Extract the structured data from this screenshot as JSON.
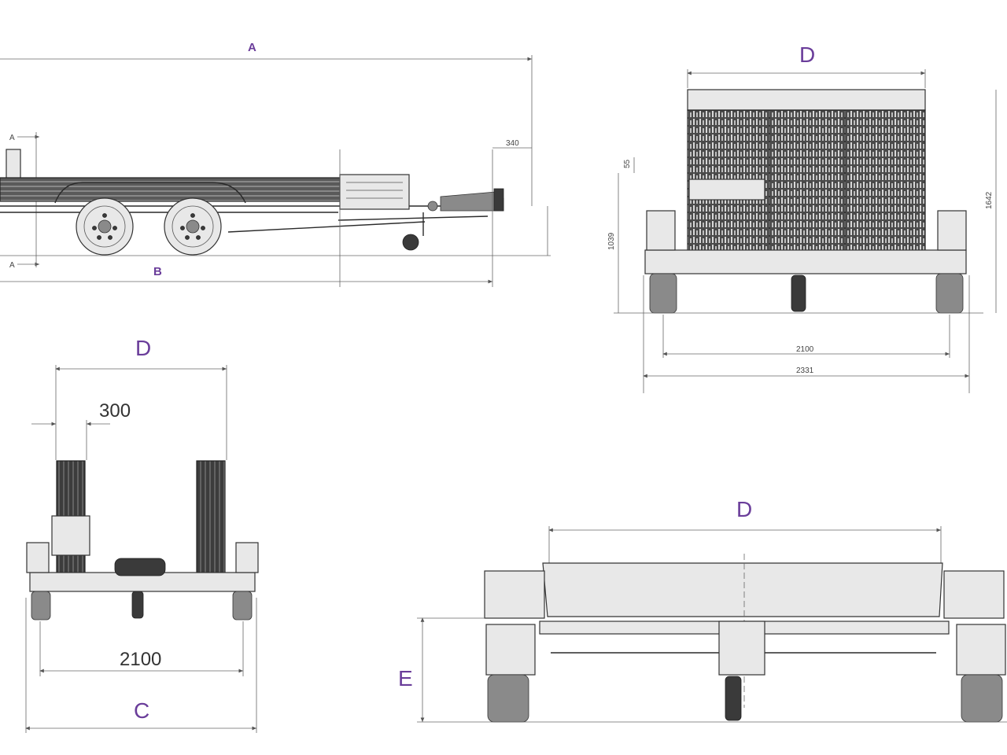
{
  "side_view": {
    "label_a": "A",
    "label_b": "B",
    "label_section_top": "A",
    "label_section_bottom": "A",
    "dim_tongue": "340"
  },
  "rear_view_top": {
    "label_d": "D",
    "dim_55": "55",
    "dim_1039": "1039",
    "dim_1642": "1642",
    "dim_2100": "2100",
    "dim_2331": "2331"
  },
  "front_view": {
    "label_d": "D",
    "dim_300": "300",
    "dim_2100": "2100",
    "label_c": "C"
  },
  "rear_view_bottom": {
    "label_d": "D",
    "label_e": "E"
  },
  "colors": {
    "label_purple": "#6a3d9a",
    "line": "#2a2a2a"
  }
}
